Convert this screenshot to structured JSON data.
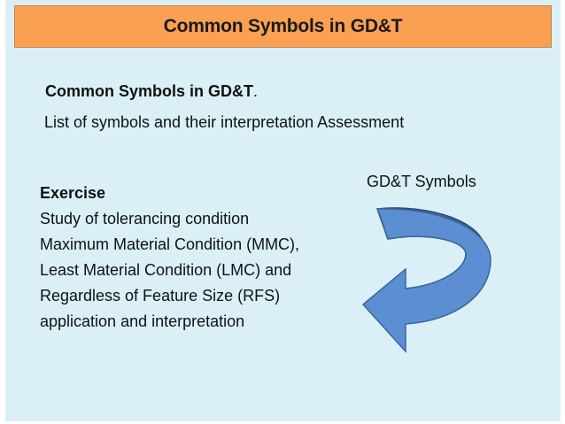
{
  "slide": {
    "title": "Common Symbols in GD&T",
    "subheading": "Common Symbols in GD&T",
    "subheading_suffix": ".",
    "list_line": "List of symbols and their interpretation  Assessment",
    "exercise": {
      "title": "Exercise",
      "lines": [
        "Study of tolerancing condition",
        "Maximum Material Condition (MMC),",
        "Least Material Condition (LMC) and",
        "Regardless of Feature Size (RFS)",
        "application and interpretation"
      ]
    },
    "symbols_label": "GD&T Symbols",
    "arrow_icon": "curved-u-turn-arrow-icon"
  },
  "colors": {
    "background": "#daf0f6",
    "title_bar": "#f9a053",
    "arrow_light": "#5b8fd2",
    "arrow_dark": "#3e629a"
  }
}
